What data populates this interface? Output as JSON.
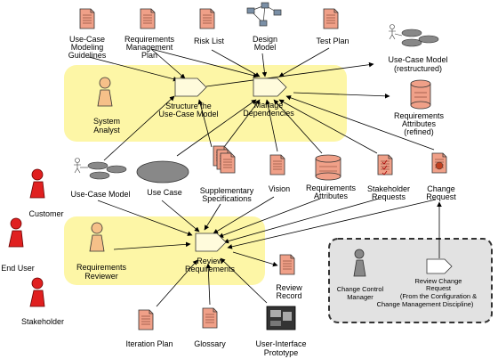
{
  "swimlanes": {
    "top": "",
    "bottom": "",
    "external": ""
  },
  "roles": {
    "system_analyst": [
      "System",
      "Analyst"
    ],
    "requirements_reviewer": [
      "Requirements",
      "Reviewer"
    ],
    "change_control_manager": [
      "Change Control",
      "Manager"
    ],
    "customer": "Customer",
    "end_user": "End User",
    "stakeholder": "Stakeholder"
  },
  "activities": {
    "structure_ucm": [
      "Structure the",
      "Use-Case Model"
    ],
    "manage_dependencies": [
      "Manage",
      "Dependencies"
    ],
    "review_requirements": [
      "Review",
      "Requirements"
    ],
    "review_change_request": [
      "Review Change",
      "Request",
      "(From the Configuration &",
      "Change Management Discipline)"
    ]
  },
  "artifacts": {
    "ucm_guidelines": [
      "Use-Case",
      "Modeling",
      "Guidelines"
    ],
    "req_mgmt_plan": [
      "Requirements",
      "Management",
      "Plan"
    ],
    "risk_list": "Risk List",
    "design_model": [
      "Design",
      "Model"
    ],
    "test_plan": "Test Plan",
    "ucm_restructured": [
      "Use-Case Model",
      "(restructured)"
    ],
    "req_attr_refined": [
      "Requirements",
      "Attributes",
      "(refined)"
    ],
    "use_case_model": "Use-Case Model",
    "use_case": "Use Case",
    "supplementary_specs": [
      "Supplementary",
      "Specifications"
    ],
    "vision": "Vision",
    "req_attributes": [
      "Requirements",
      "Attributes"
    ],
    "stakeholder_requests": [
      "Stakeholder",
      "Requests"
    ],
    "change_request": [
      "Change",
      "Request"
    ],
    "review_record": [
      "Review",
      "Record"
    ],
    "iteration_plan": "Iteration Plan",
    "glossary": "Glossary",
    "ui_prototype": [
      "User-Interface",
      "Prototype"
    ]
  },
  "colors": {
    "lane": "#fdf6a6",
    "artifact": "#f0a088",
    "role": "#f6c089",
    "stakeholder": "#e02020",
    "activity": "#fffbdc",
    "gray_box": "#e2e2e2"
  }
}
